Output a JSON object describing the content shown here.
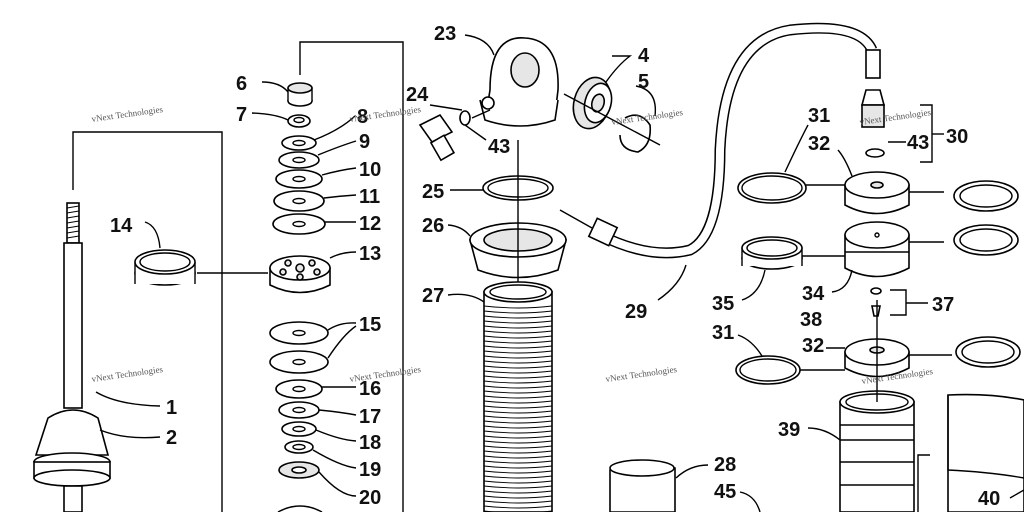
{
  "callouts": [
    {
      "id": "c1",
      "text": "1"
    },
    {
      "id": "c2",
      "text": "2"
    },
    {
      "id": "c4",
      "text": "4"
    },
    {
      "id": "c5",
      "text": "5"
    },
    {
      "id": "c6",
      "text": "6"
    },
    {
      "id": "c7",
      "text": "7"
    },
    {
      "id": "c8",
      "text": "8"
    },
    {
      "id": "c9",
      "text": "9"
    },
    {
      "id": "c10",
      "text": "10"
    },
    {
      "id": "c11",
      "text": "11"
    },
    {
      "id": "c12",
      "text": "12"
    },
    {
      "id": "c13",
      "text": "13"
    },
    {
      "id": "c14",
      "text": "14"
    },
    {
      "id": "c15",
      "text": "15"
    },
    {
      "id": "c16",
      "text": "16"
    },
    {
      "id": "c17",
      "text": "17"
    },
    {
      "id": "c18",
      "text": "18"
    },
    {
      "id": "c19",
      "text": "19"
    },
    {
      "id": "c20",
      "text": "20"
    },
    {
      "id": "c23",
      "text": "23"
    },
    {
      "id": "c24",
      "text": "24"
    },
    {
      "id": "c25",
      "text": "25"
    },
    {
      "id": "c26",
      "text": "26"
    },
    {
      "id": "c27",
      "text": "27"
    },
    {
      "id": "c28",
      "text": "28"
    },
    {
      "id": "c29",
      "text": "29"
    },
    {
      "id": "c30",
      "text": "30"
    },
    {
      "id": "c31a",
      "text": "31"
    },
    {
      "id": "c31b",
      "text": "31"
    },
    {
      "id": "c32a",
      "text": "32"
    },
    {
      "id": "c32b",
      "text": "32"
    },
    {
      "id": "c34",
      "text": "34"
    },
    {
      "id": "c35",
      "text": "35"
    },
    {
      "id": "c37",
      "text": "37"
    },
    {
      "id": "c38",
      "text": "38"
    },
    {
      "id": "c39",
      "text": "39"
    },
    {
      "id": "c40",
      "text": "40"
    },
    {
      "id": "c43a",
      "text": "43"
    },
    {
      "id": "c43b",
      "text": "43"
    },
    {
      "id": "c45",
      "text": "45"
    }
  ],
  "watermark": {
    "text": "vNext Technologies"
  }
}
